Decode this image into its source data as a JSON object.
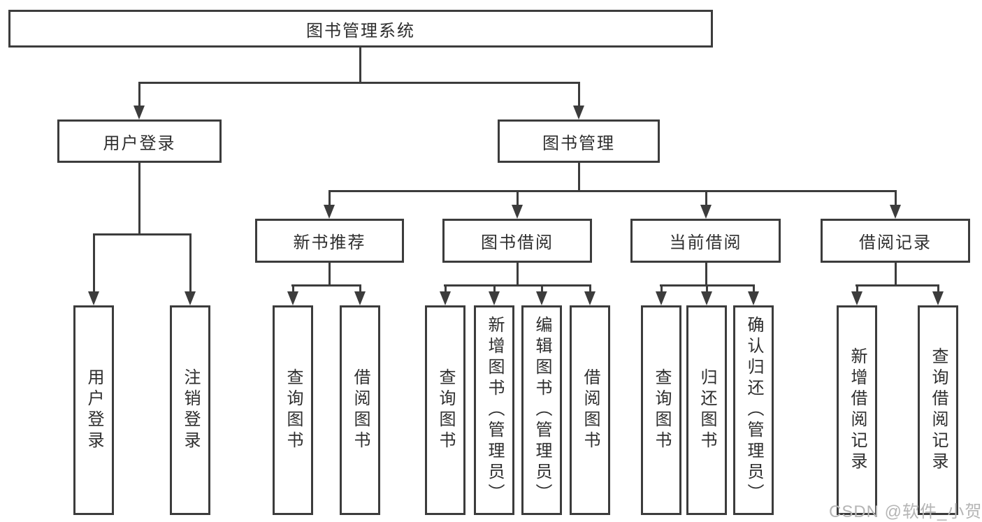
{
  "colors": {
    "line": "#3c3c3c",
    "box_border": "#3c3c3c",
    "text": "#2e2e2e",
    "background": "#ffffff",
    "watermark": "#b5b5b5"
  },
  "watermark": "CSDN @软件_小贺同学",
  "tree": {
    "root": {
      "label": "图书管理系统"
    },
    "branches": [
      {
        "label": "用户登录",
        "children": [
          {
            "label": "用户登录"
          },
          {
            "label": "注销登录"
          }
        ]
      },
      {
        "label": "图书管理",
        "groups": [
          {
            "label": "新书推荐",
            "children": [
              {
                "label": "查询图书"
              },
              {
                "label": "借阅图书"
              }
            ]
          },
          {
            "label": "图书借阅",
            "children": [
              {
                "label": "查询图书"
              },
              {
                "label": "新增图书（管理员）"
              },
              {
                "label": "编辑图书（管理员）"
              },
              {
                "label": "借阅图书"
              }
            ]
          },
          {
            "label": "当前借阅",
            "children": [
              {
                "label": "查询图书"
              },
              {
                "label": "归还图书"
              },
              {
                "label": "确认归还（管理员）"
              }
            ]
          },
          {
            "label": "借阅记录",
            "children": [
              {
                "label": "新增借阅记录"
              },
              {
                "label": "查询借阅记录"
              }
            ]
          }
        ]
      }
    ]
  }
}
